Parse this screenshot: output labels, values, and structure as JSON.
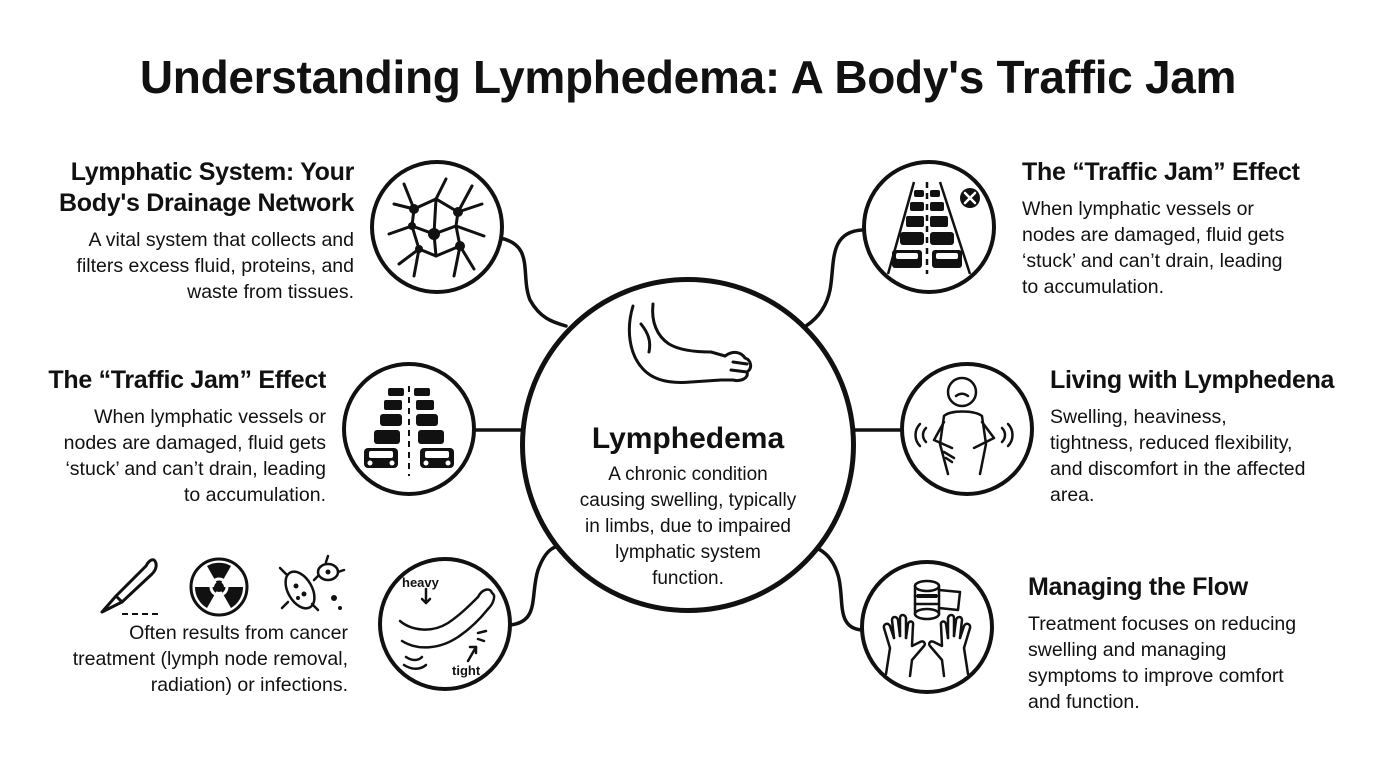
{
  "title": "Understanding Lymphedema: A Body's Traffic Jam",
  "center": {
    "title": "Lymphedema",
    "description": "A chronic condition\ncausing swelling, typically\nin limbs, due to impaired\nlymphatic system\nfunction.",
    "icon": "flexed-arm-icon"
  },
  "left_top": {
    "heading": "Lymphatic System: Your\nBody's Drainage Network",
    "description": "A vital system that collects and\nfilters excess fluid, proteins, and\nwaste from tissues.",
    "icon": "lymph-network-icon"
  },
  "left_middle": {
    "heading": "The “Traffic Jam” Effect",
    "description": "When lymphatic vessels or\nnodes are damaged, fluid gets\n‘stuck’ and can’t drain, leading\nto accumulation.",
    "icon": "traffic-jam-icon"
  },
  "left_bottom": {
    "description": "Often results from cancer\ntreatment (lymph node removal,\nradiation) or infections.",
    "icons": [
      "scalpel-icon",
      "radiation-icon",
      "bacteria-icon"
    ],
    "node_icon": "swollen-arm-icon",
    "node_labels": {
      "heavy": "heavy",
      "tight": "tight"
    }
  },
  "right_top": {
    "heading": "The “Traffic Jam” Effect",
    "description": "When lymphatic vessels or\nnodes are damaged, fluid gets\n‘stuck’ and can’t drain, leading\nto accumulation.",
    "icon": "blocked-road-icon"
  },
  "right_middle": {
    "heading": "Living with Lymphedena",
    "description": "Swelling, heaviness,\ntightness, reduced flexibility,\nand discomfort in the affected\narea.",
    "icon": "discomfort-person-icon"
  },
  "right_bottom": {
    "heading": "Managing the Flow",
    "description": "Treatment focuses on reducing\nswelling and managing\nsymptoms to improve comfort\nand function.",
    "icon": "bandage-hands-icon"
  },
  "colors": {
    "ink": "#111111",
    "background": "#ffffff"
  }
}
